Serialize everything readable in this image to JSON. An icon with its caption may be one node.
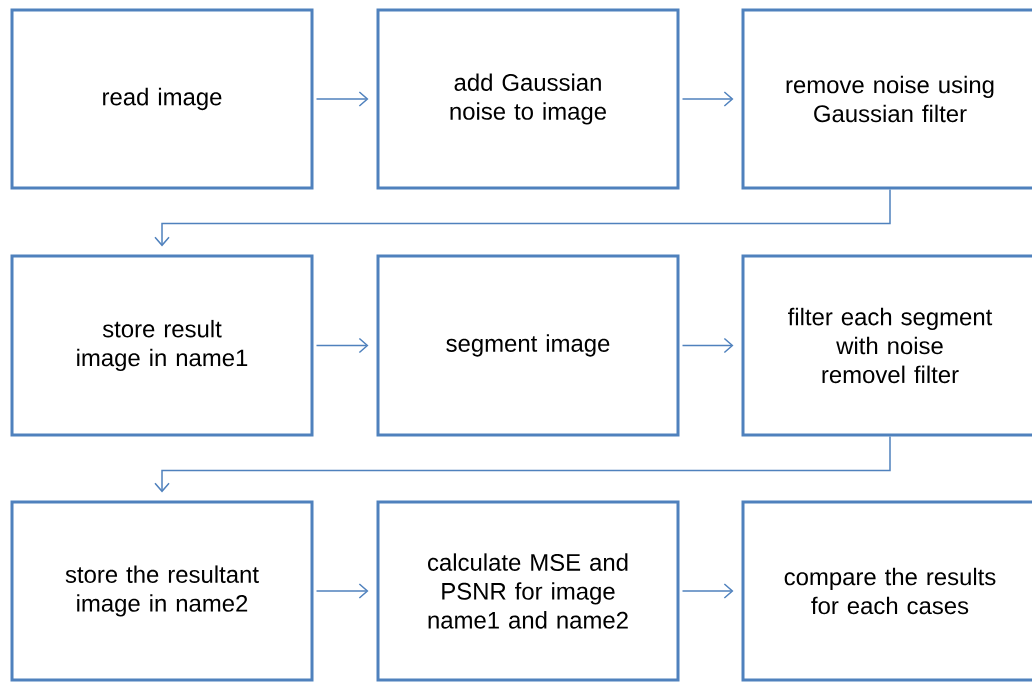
{
  "diagram": {
    "nodes": [
      {
        "text": [
          "read image"
        ]
      },
      {
        "text": [
          "add Gaussian noise to image"
        ]
      },
      {
        "text": [
          "remove noise using Gaussian filter"
        ]
      },
      {
        "text": [
          "store result image in name1"
        ]
      },
      {
        "text": [
          "segment image"
        ]
      },
      {
        "text": [
          "filter each segment with noise removel filter"
        ]
      },
      {
        "text": [
          "store the resultant image in name2"
        ]
      },
      {
        "text": [
          "calculate MSE and PSNR for image name1 and name2"
        ]
      },
      {
        "text": [
          "compare the results for each cases"
        ]
      }
    ],
    "edges": [
      {
        "from": 0,
        "to": 1,
        "arrow": "to"
      },
      {
        "from": 1,
        "to": 2,
        "arrow": "to"
      },
      {
        "from": 2,
        "to": 3,
        "arrow": "to"
      },
      {
        "from": 3,
        "to": 4,
        "arrow": "to"
      },
      {
        "from": 4,
        "to": 5,
        "arrow": "to"
      },
      {
        "from": 5,
        "to": 6,
        "arrow": "to"
      },
      {
        "from": 6,
        "to": 7,
        "arrow": "to"
      },
      {
        "from": 7,
        "to": 8,
        "arrow": "to"
      }
    ]
  }
}
